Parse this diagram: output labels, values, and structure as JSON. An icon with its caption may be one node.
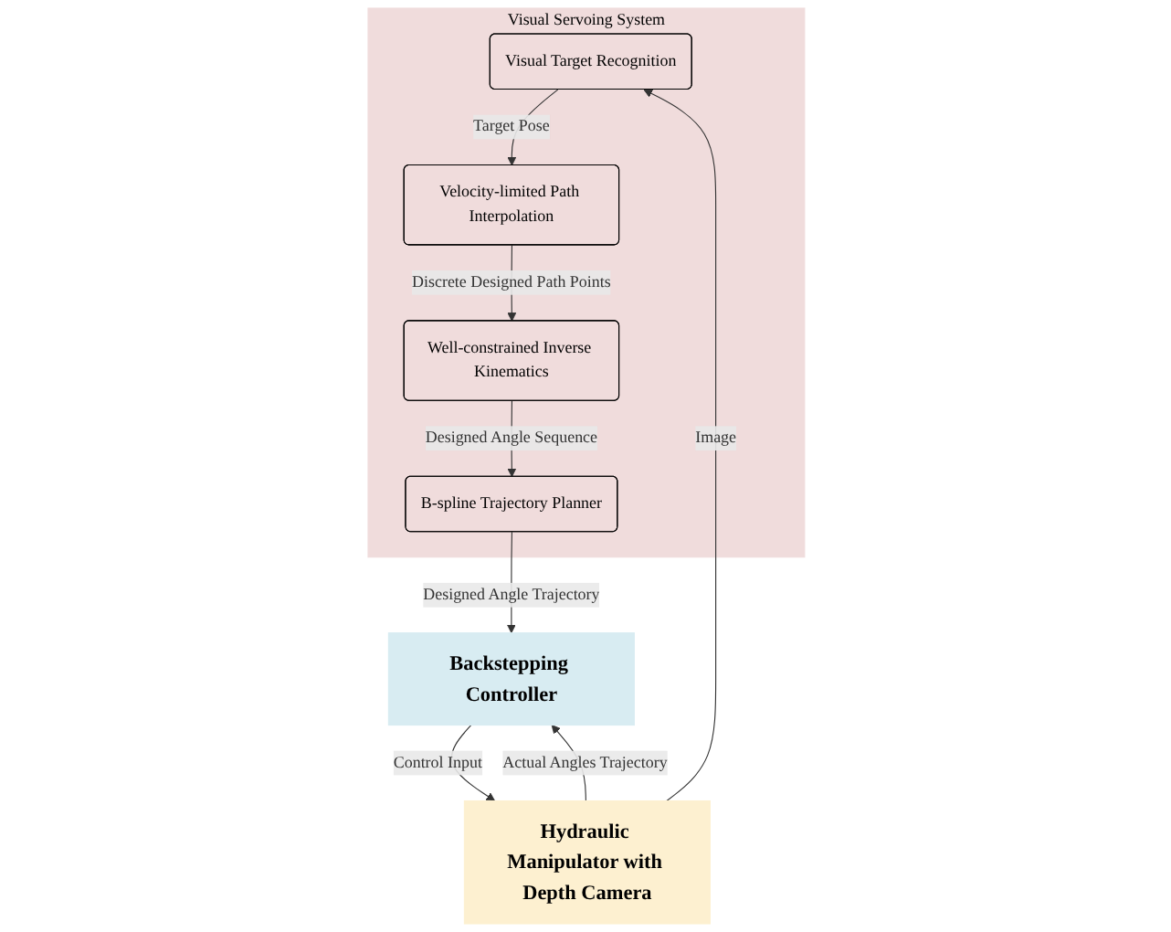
{
  "diagram": {
    "nodes": [
      {
        "text": [
          "Visual Servoing System"
        ]
      },
      {
        "text": [
          "Visual Target Recognition"
        ],
        "in": 0
      },
      {
        "text": [
          "Velocity-limited Path Interpolation"
        ],
        "in": 0
      },
      {
        "text": [
          "Well-constrained Inverse Kinematics"
        ],
        "in": 0
      },
      {
        "text": [
          "B-spline Trajectory Planner"
        ],
        "in": 0
      },
      {
        "text": [
          "Hydraulic Manipulator with Depth Camera"
        ]
      },
      {
        "text": [
          "Backstepping Controller"
        ]
      }
    ],
    "edges": [
      {
        "from": 5,
        "to": 1,
        "arrow": "to",
        "label": "Image"
      },
      {
        "from": 1,
        "to": 2,
        "arrow": "to",
        "label": "Target Pose"
      },
      {
        "from": 2,
        "to": 3,
        "arrow": "to",
        "label": "Discrete Designed Path Points"
      },
      {
        "from": 3,
        "to": 4,
        "arrow": "to",
        "label": "Designed Angle Sequence"
      },
      {
        "from": 6,
        "to": 5,
        "arrow": "to",
        "label": "Control Input"
      },
      {
        "from": 5,
        "to": 6,
        "arrow": "to",
        "label": "Actual Angles Trajectory"
      },
      {
        "from": 4,
        "to": 6,
        "arrow": "to",
        "label": "Designed Angle Trajectory"
      }
    ]
  }
}
